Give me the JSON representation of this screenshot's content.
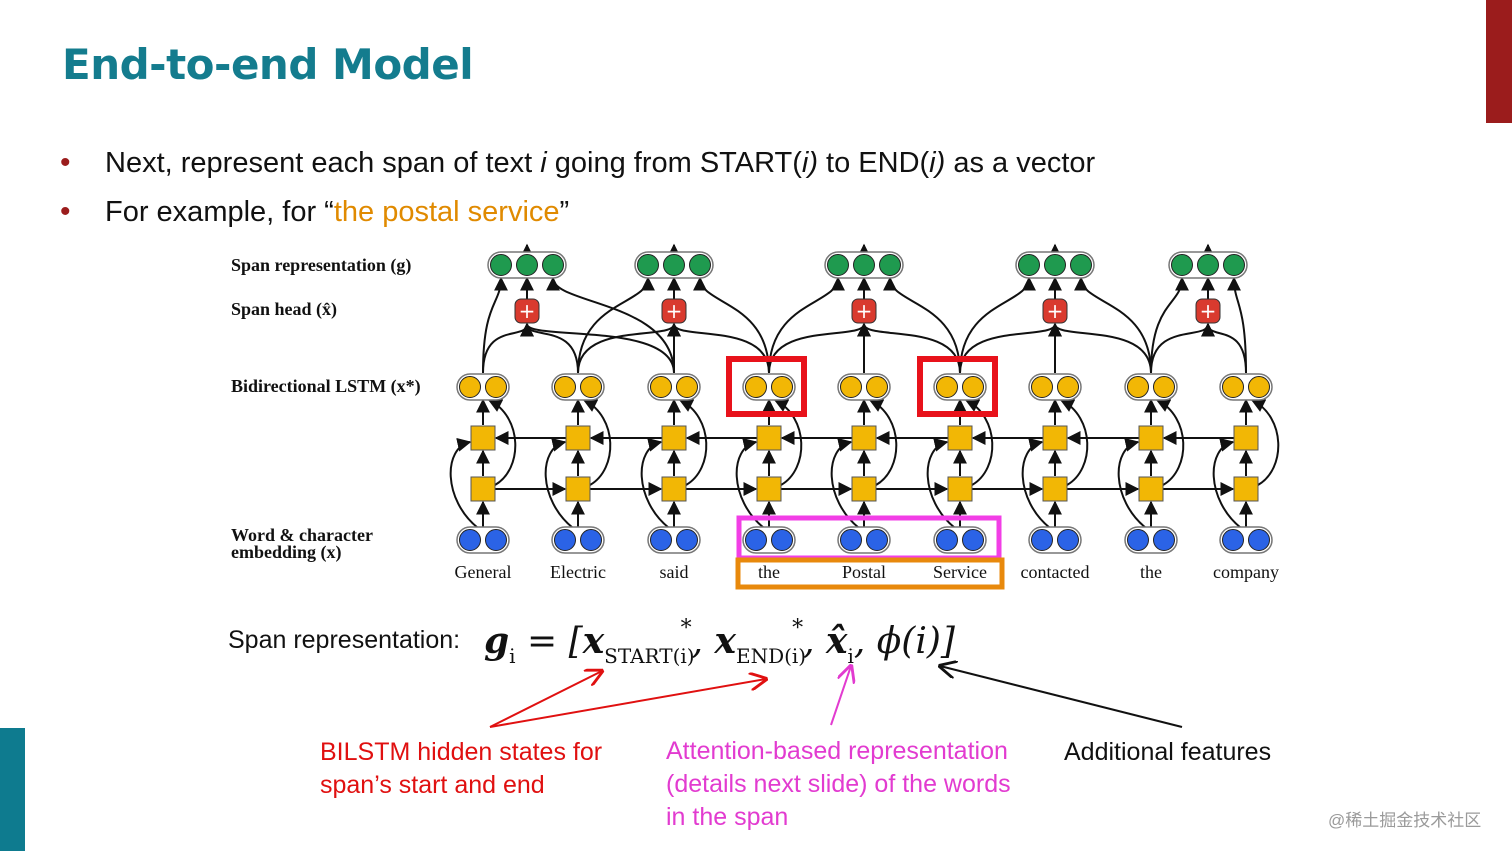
{
  "title": "End-to-end Model",
  "bullets": {
    "b1_a": "Next, represent each span of text ",
    "b1_i1": "i",
    "b1_b": " going from START(",
    "b1_i2": "i)",
    "b1_c": " to END(",
    "b1_i3": "i)",
    "b1_d": " as a vector",
    "b2_a": "For example, for “",
    "b2_highlight": "the postal service",
    "b2_b": "”"
  },
  "diagram": {
    "row_labels": {
      "span_repr": "Span representation (g)",
      "span_head": "Span head (x̂)",
      "bilstm": "Bidirectional LSTM (x*)",
      "embed_line1": "Word & character",
      "embed_line2": "embedding (x)"
    },
    "words": [
      "General",
      "Electric",
      "said",
      "the",
      "Postal",
      "Service",
      "contacted",
      "the",
      "company"
    ],
    "plus_symbol": "+",
    "colors": {
      "span_node": "#1f9a4f",
      "head_node": "#d93a2e",
      "lstm_node": "#f2b705",
      "embed_node": "#2b63e6",
      "highlight_red": "#e8121b",
      "highlight_magenta": "#f23ee6",
      "highlight_orange": "#e8890c"
    }
  },
  "formula": {
    "label": "Span representation:",
    "g": "g",
    "i": "i",
    "eq": " = [",
    "x": "x",
    "star": "*",
    "start_sub": "START(i)",
    "end_sub": "END(i)",
    "comma": ", ",
    "xhat": "x̂",
    "phi": "ϕ(i)]"
  },
  "annotations": {
    "red": "BILSTM hidden states for span’s start and end",
    "magenta": "Attention-based representation (details next slide) of the words in the span",
    "black": "Additional features"
  },
  "watermark": "@稀土掘金技术社区"
}
